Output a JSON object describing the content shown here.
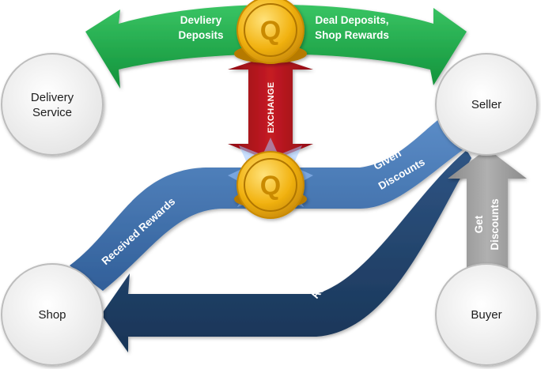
{
  "nodes": {
    "delivery": {
      "label_line1": "Delivery",
      "label_line2": "Service"
    },
    "seller": {
      "label": "Seller"
    },
    "shop": {
      "label": "Shop"
    },
    "buyer": {
      "label": "Buyer"
    }
  },
  "arrows": {
    "green": {
      "left_line1": "Devliery",
      "left_line2": "Deposits",
      "right_line1": "Deal Deposits,",
      "right_line2": "Shop Rewards",
      "color": "#1fa84a"
    },
    "exchange": {
      "label": "EXCHANGE",
      "color": "#b3141c"
    },
    "received_rewards": {
      "label": "Received Rewards",
      "color": "#3e6ea8"
    },
    "given_discounts": {
      "label_line1": "Given",
      "label_line2": "Discounts",
      "color": "#3e6ea8"
    },
    "rewards_for_sales": {
      "label": "Rewards for Sales",
      "color": "#1f3f66"
    },
    "get_discounts": {
      "label_line1": "Get",
      "label_line2": "Discounts",
      "color": "#9e9e9e"
    }
  },
  "coins": {
    "top": {
      "symbol": "Q"
    },
    "middle": {
      "symbol": "Q"
    }
  },
  "colors": {
    "node_fill": "#efefef",
    "node_stroke": "#bdbdbd",
    "coin_gold": "#f2b312",
    "coin_dark": "#c98a06"
  }
}
